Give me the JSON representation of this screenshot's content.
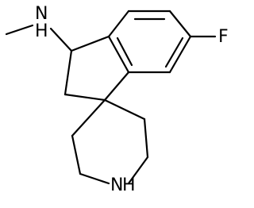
{
  "molecule": {
    "labels": {
      "methylamine_n": "N",
      "methylamine_h": "H",
      "fluorine": "F",
      "piperidine_n": "N",
      "piperidine_h": "H"
    },
    "colors": {
      "background": "#ffffff",
      "bond": "#000000",
      "text": "#000000"
    }
  }
}
